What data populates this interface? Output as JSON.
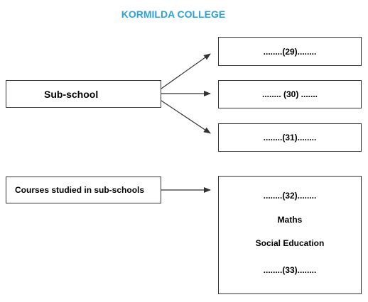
{
  "title": "KORMILDA COLLEGE",
  "left_boxes": {
    "sub_school": "Sub-school",
    "courses": "Courses studied in sub-schools"
  },
  "right_boxes": {
    "q29": "........(29)........",
    "q30": "........ (30) .......",
    "q31": "........(31)........",
    "courses_list": [
      "........(32)........",
      "Maths",
      "Social Education",
      "........(33)........"
    ]
  },
  "colors": {
    "title": "#2aa3dc",
    "border": "#333333"
  }
}
